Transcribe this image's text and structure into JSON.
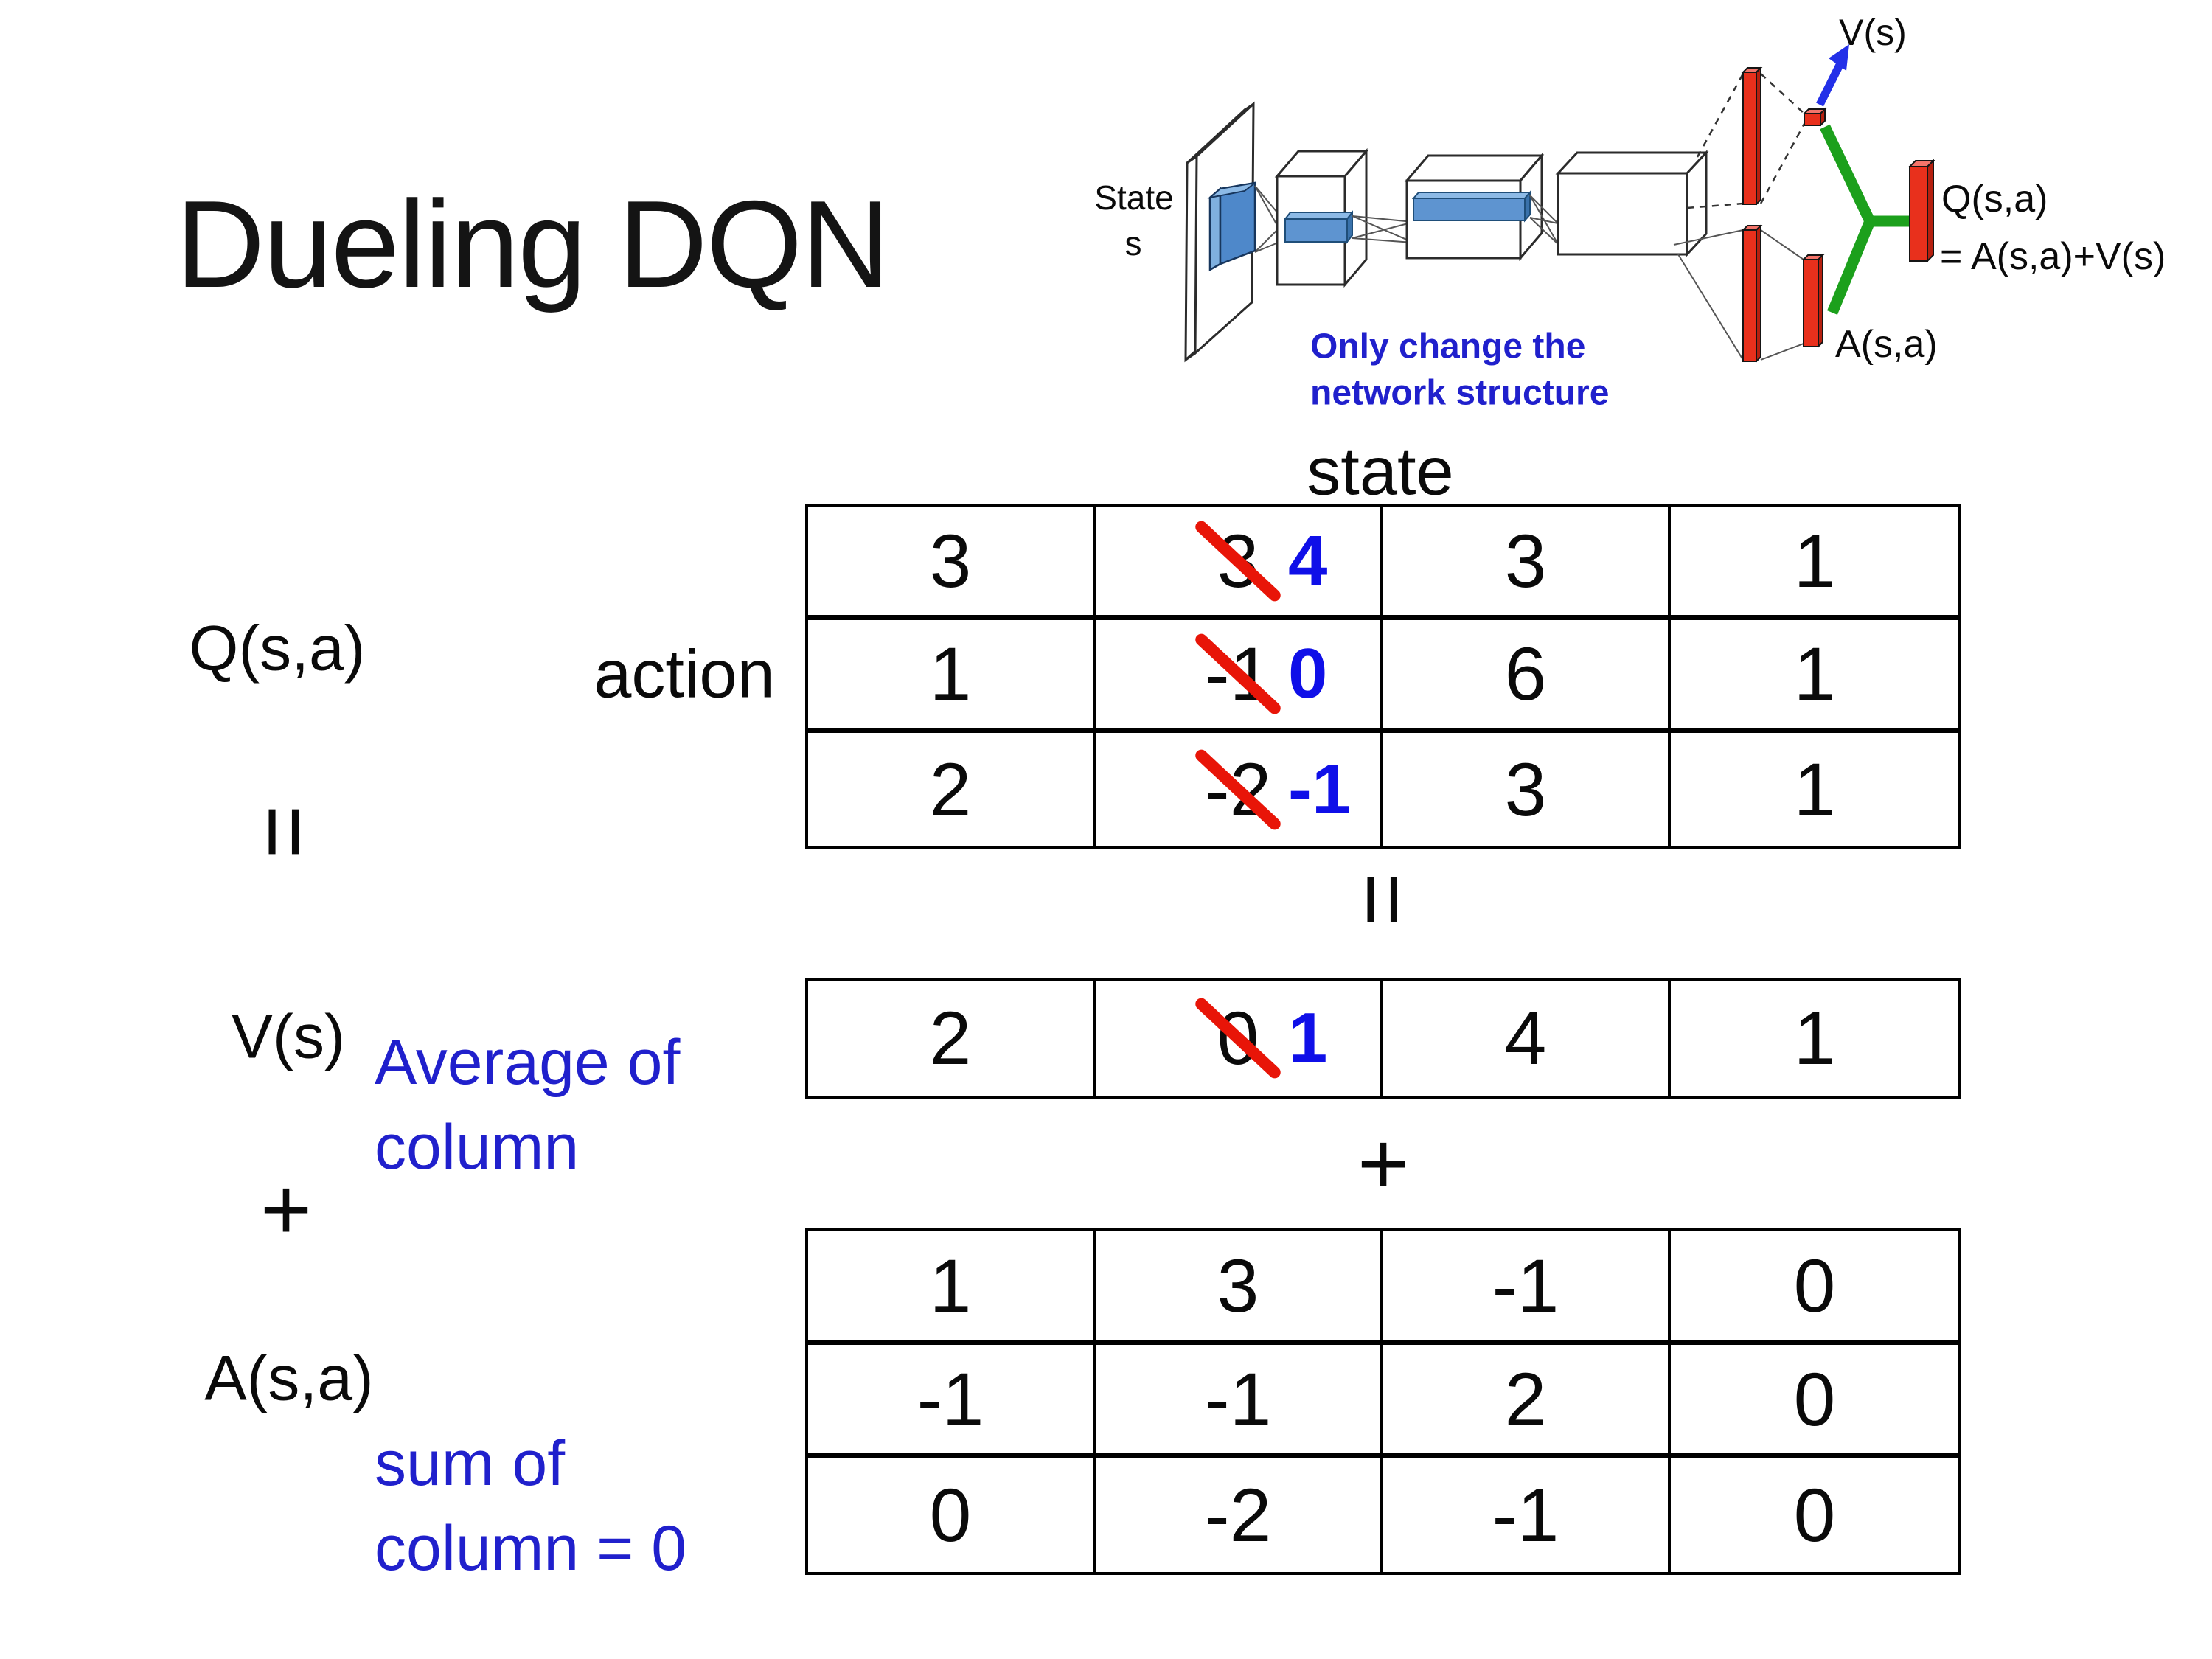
{
  "slide": {
    "title": "Dueling DQN"
  },
  "diagram": {
    "state_label_line1": "State",
    "state_label_line2": "s",
    "note_line1": "Only change the",
    "note_line2": "network structure",
    "v_output_label": "V(s)",
    "a_output_label": "A(s,a)",
    "q_output_label_line1": "Q(s,a)",
    "q_output_label_line2": "= A(s,a)+V(s)"
  },
  "equation": {
    "q_label": "Q(s,a)",
    "action_label": "action",
    "state_label": "state",
    "equals_left": "=",
    "equals_center": "=",
    "v_label": "V(s)",
    "v_note_line1": "Average of",
    "v_note_line2": "column",
    "plus_left": "+",
    "plus_center": "+",
    "a_label": "A(s,a)",
    "a_note_line1": "sum of",
    "a_note_line2": "column = 0"
  },
  "q_table": {
    "rows": [
      [
        {
          "value": "3"
        },
        {
          "old": "3",
          "new": "4"
        },
        {
          "value": "3"
        },
        {
          "value": "1"
        }
      ],
      [
        {
          "value": "1"
        },
        {
          "old": "-1",
          "new": "0"
        },
        {
          "value": "6"
        },
        {
          "value": "1"
        }
      ],
      [
        {
          "value": "2"
        },
        {
          "old": "-2",
          "new": "-1"
        },
        {
          "value": "3"
        },
        {
          "value": "1"
        }
      ]
    ]
  },
  "v_table": {
    "rows": [
      [
        {
          "value": "2"
        },
        {
          "old": "0",
          "new": "1"
        },
        {
          "value": "4"
        },
        {
          "value": "1"
        }
      ]
    ]
  },
  "a_table": {
    "rows": [
      [
        {
          "value": "1"
        },
        {
          "value": "3"
        },
        {
          "value": "-1"
        },
        {
          "value": "0"
        }
      ],
      [
        {
          "value": "-1"
        },
        {
          "value": "-1"
        },
        {
          "value": "2"
        },
        {
          "value": "0"
        }
      ],
      [
        {
          "value": "0"
        },
        {
          "value": "-2"
        },
        {
          "value": "-1"
        },
        {
          "value": "0"
        }
      ]
    ]
  },
  "colors": {
    "highlight_blue": "#0f0fe8",
    "note_blue": "#2020cc",
    "strike_red": "#e81508",
    "bar_red": "#e8301c",
    "link_green": "#1ca01c",
    "filter_blue": "#5e94d0",
    "arrow_blue": "#2330e8"
  }
}
